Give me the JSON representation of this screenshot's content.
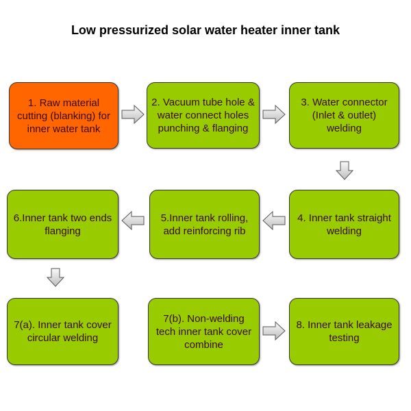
{
  "title": "Low pressurized solar water heater inner tank",
  "colors": {
    "highlight": "#ff6600",
    "step": "#99cc00"
  },
  "steps": [
    {
      "label": "1. Raw material cutting (blanking) for inner water tank"
    },
    {
      "label": "2. Vacuum tube hole & water connect holes punching & flanging"
    },
    {
      "label": "3. Water connector (Inlet & outlet) welding"
    },
    {
      "label": "4. Inner tank straight welding"
    },
    {
      "label": "5.Inner tank rolling, add reinforcing rib"
    },
    {
      "label": "6.Inner tank two ends flanging"
    },
    {
      "label": "7(a). Inner tank cover circular welding"
    },
    {
      "label": "7(b). Non-welding tech inner tank cover combine"
    },
    {
      "label": "8. Inner tank leakage testing"
    }
  ]
}
